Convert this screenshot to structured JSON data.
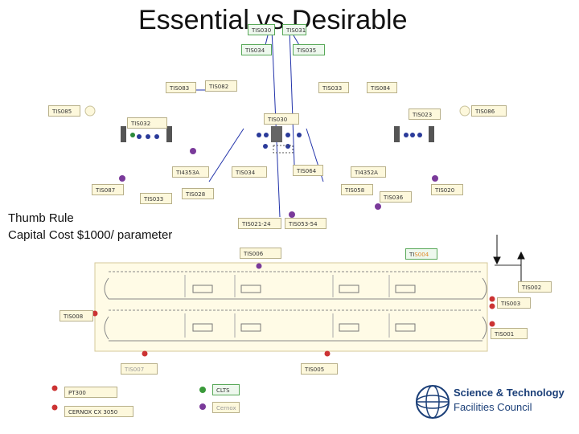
{
  "title": "Essential vs Desirable",
  "thumb_rule": {
    "line1": "Thumb Rule",
    "line2": "Capital Cost  $1000/ parameter"
  },
  "labels": {
    "tis030": "TIS030",
    "tis031": "TIS031",
    "tis034_top": "TIS034",
    "tis035": "TIS035",
    "tis083": "TIS083",
    "tis082": "TIS082",
    "tis033_top": "TIS033",
    "tis084": "TIS084",
    "tis085": "TIS085",
    "tis032": "TIS032",
    "tis030_mid": "TIS030",
    "tis023": "TIS023",
    "tis086": "TIS086",
    "ti4353a": "TI4353A",
    "tis034_mid": "TIS034",
    "tis064": "TIS064",
    "ti4352a": "TI4352A",
    "tis087": "TIS087",
    "tis033_low": "TIS033",
    "tis028": "TIS028",
    "tis058": "TIS058",
    "tis036": "TIS036",
    "tis020": "TIS020",
    "tis021_24": "TIS021-24",
    "tis053_54": "TIS053-54",
    "tis006": "TIS006",
    "tis004_a": "TI",
    "tis004_b": "S004",
    "tis002_r": "TIS002",
    "tis003_r": "TIS003",
    "tis008_l": "TIS008",
    "tis001_r": "TIS001",
    "tis007": "TIS007",
    "tis005": "TIS005",
    "pt300": "PT300",
    "cernox": "CERNOX CX 3050",
    "clts": "CLTS",
    "cernox_small": "Cernox"
  },
  "logo": {
    "line1": "Science & Technology",
    "line2": "Facilities Council"
  },
  "colors": {
    "tag_bg": "#fdf8dc",
    "tag_green_border": "#58a858",
    "wire": "#2233aa",
    "dot_blue": "#2a3a9a",
    "dot_purple": "#7a3a9a",
    "dot_red": "#cc3333",
    "dot_green": "#3a9a3a",
    "logo_blue": "#1b3f78"
  }
}
